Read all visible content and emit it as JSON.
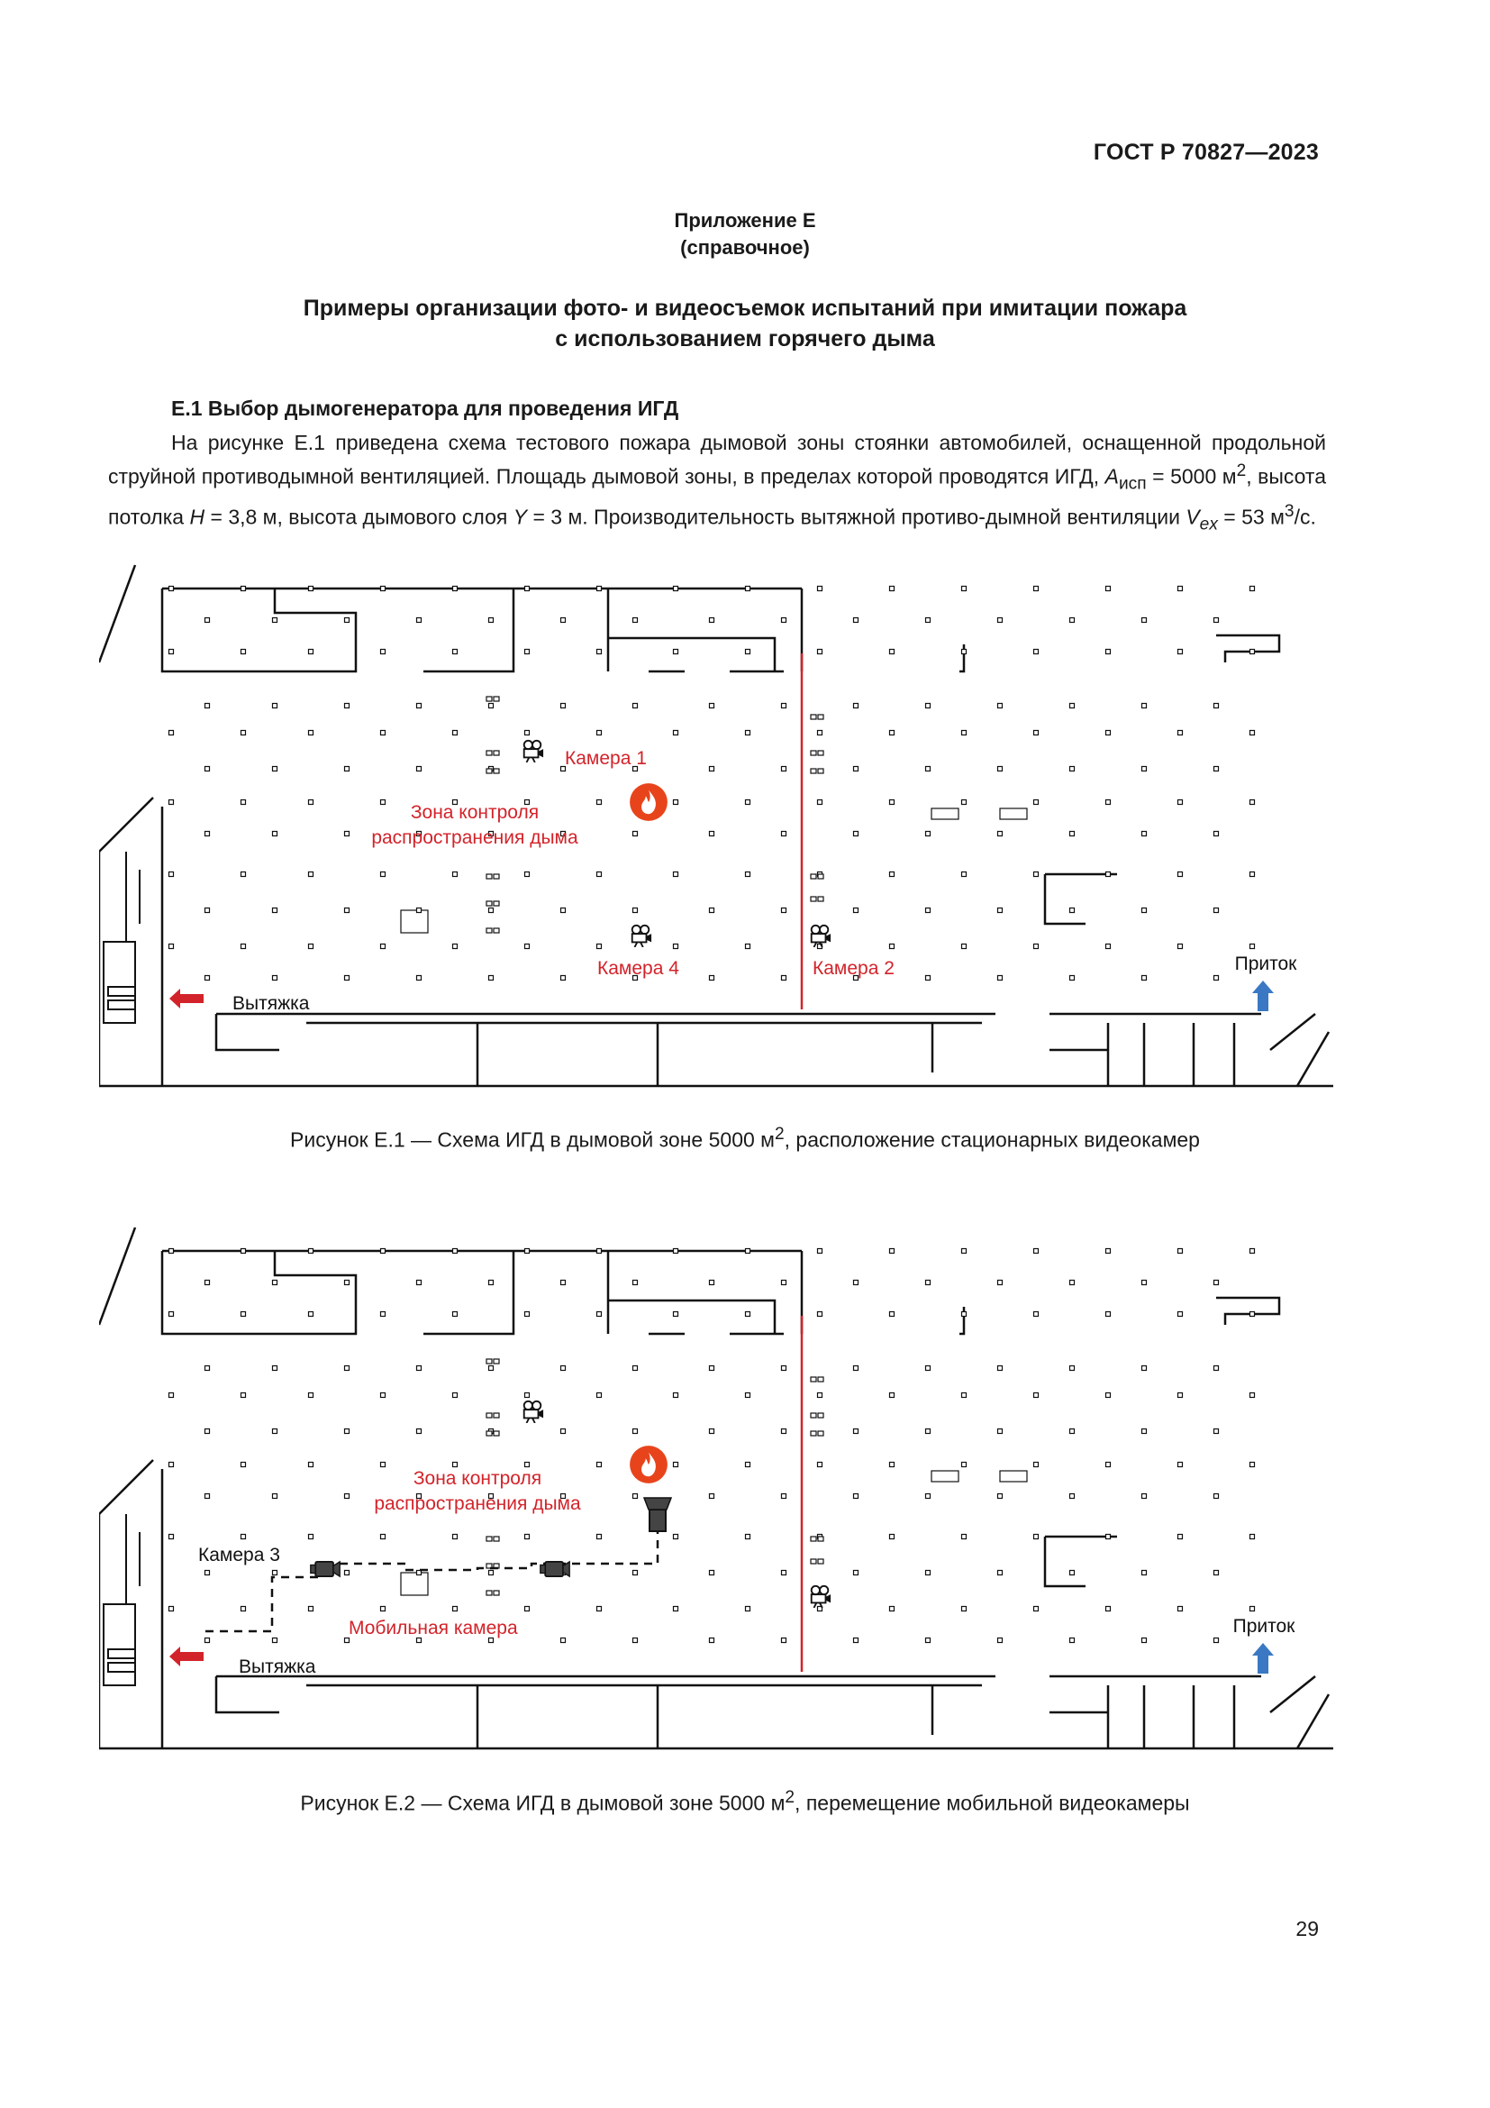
{
  "header": {
    "standard_code": "ГОСТ Р 70827—2023"
  },
  "appendix": {
    "title": "Приложение Е",
    "subtitle": "(справочное)"
  },
  "document_title": {
    "line1": "Примеры организации фото- и видеосъемок испытаний при имитации пожара",
    "line2": "с  использованием горячего дыма"
  },
  "section": {
    "heading": "Е.1 Выбор дымогенератора для проведения ИГД",
    "paragraph": {
      "part1": "На рисунке Е.1 приведена схема тестового пожара дымовой зоны стоянки автомобилей, оснащенной продольной струйной противодымной вентиляцией. Площадь дымовой зоны, в пределах которой проводятся ИГД, ",
      "a_symbol": "A",
      "a_sub": "исп",
      "part2": " = 5000 м",
      "sup2": "2",
      "part3": ", высота потолка ",
      "h_symbol": "H",
      "part4": " = 3,8 м, высота дымового слоя ",
      "y_symbol": "Y",
      "part5": " = 3 м. Производительность вытяжной противо-дымной вентиляции ",
      "v_symbol": "V",
      "v_sub": "ex",
      "part6": " = 53 м",
      "sup3": "3",
      "part7": "/с."
    }
  },
  "figure1": {
    "labels": {
      "camera1": "Камера 1",
      "camera2": "Камера 2",
      "camera4": "Камера 4",
      "zone_line1": "Зона контроля",
      "zone_line2": "распространения дыма",
      "exhaust": "Вытяжка",
      "supply": "Приток"
    },
    "caption_main": "Рисунок Е.1 — Схема ИГД в дымовой зоне 5000 м",
    "caption_sup": "2",
    "caption_rest": ", расположение стационарных видеокамер"
  },
  "figure2": {
    "labels": {
      "camera3": "Камера 3",
      "mobile_camera": "Мобильная камера",
      "zone_line1": "Зона контроля",
      "zone_line2": "распространения дыма",
      "exhaust": "Вытяжка",
      "supply": "Приток"
    },
    "caption_main": "Рисунок Е.2 — Схема ИГД в дымовой зоне 5000 м",
    "caption_sup": "2",
    "caption_rest": ", перемещение мобильной видеокамеры"
  },
  "colors": {
    "accent_red": "#d2232a",
    "fire_orange": "#e8441c",
    "supply_blue": "#3a78c3",
    "line_black": "#111111"
  },
  "icons": [
    "camera-icon",
    "fire-icon",
    "exhaust-arrow-icon",
    "supply-arrow-icon",
    "mobile-camera-icon"
  ],
  "page_number": "29"
}
